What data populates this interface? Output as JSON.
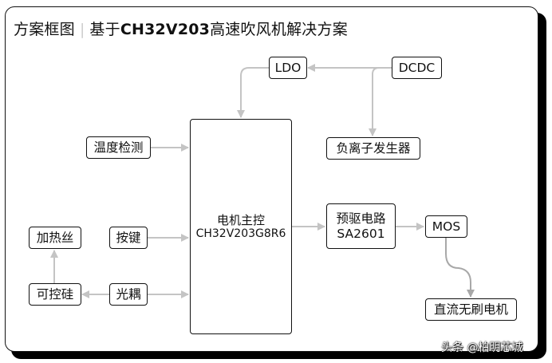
{
  "title": {
    "prefix": "方案框图",
    "separator": "|",
    "lead": "基于",
    "chip": "CH32V203",
    "suffix": "高速吹风机解决方案"
  },
  "nodes": {
    "ldo": "LDO",
    "dcdc": "DCDC",
    "anion": "负离子发生器",
    "temp": "温度检测",
    "mcu_title": "电机主控",
    "mcu_part": "CH32V203G8R6",
    "heater": "加热丝",
    "key": "按键",
    "scr": "可控硅",
    "optocoupler": "光耦",
    "predriver_title": "预驱电路",
    "predriver_part": "SA2601",
    "mos": "MOS",
    "motor": "直流无刷电机"
  },
  "edges": [
    {
      "from": "dcdc",
      "to": "ldo"
    },
    {
      "from": "dcdc",
      "to": "anion"
    },
    {
      "from": "ldo",
      "to": "mcu"
    },
    {
      "from": "temp",
      "to": "mcu"
    },
    {
      "from": "key",
      "to": "mcu"
    },
    {
      "from": "optocoupler",
      "to": "mcu"
    },
    {
      "from": "optocoupler",
      "to": "scr"
    },
    {
      "from": "scr",
      "to": "heater"
    },
    {
      "from": "mcu",
      "to": "predriver"
    },
    {
      "from": "predriver",
      "to": "mos"
    },
    {
      "from": "mos",
      "to": "motor"
    }
  ],
  "colors": {
    "edge": "#c4c4c4",
    "edge_dark": "#a8a8a8",
    "border": "#111111"
  },
  "watermark": "头条 @柏明芯城"
}
